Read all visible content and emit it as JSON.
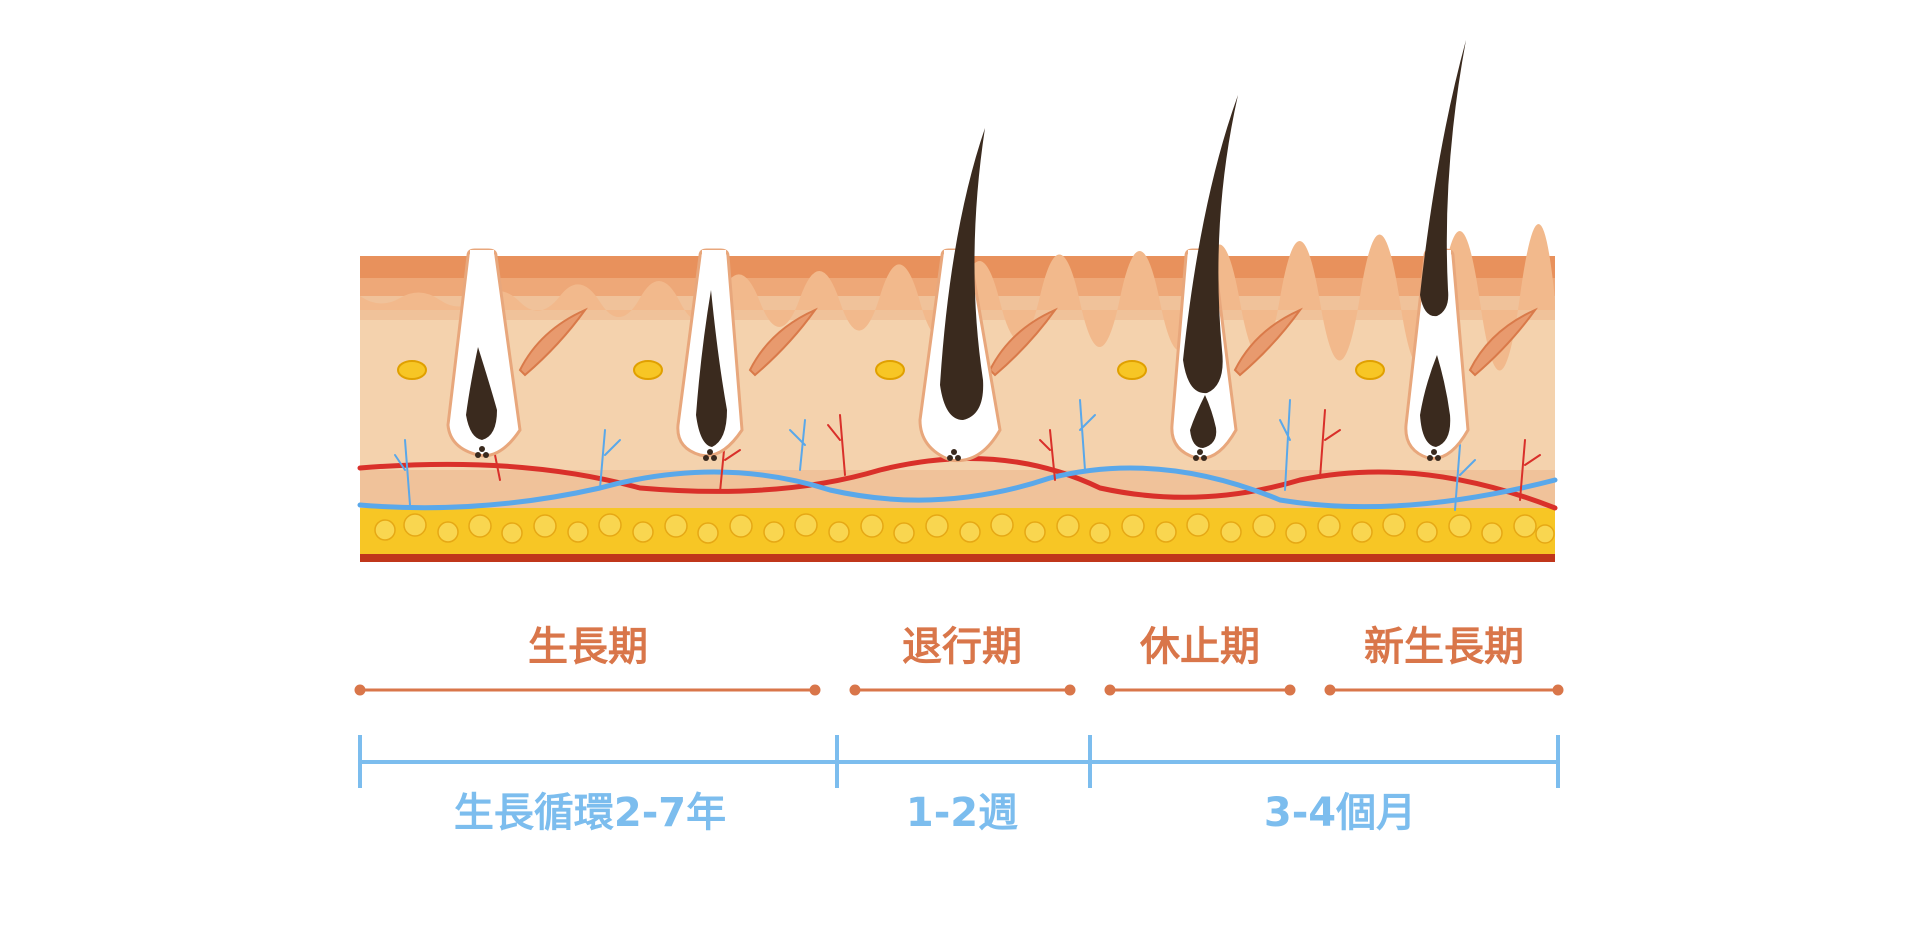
{
  "colors": {
    "phase": "#d9764a",
    "duration": "#7cbdee",
    "skin_top": "#e8915c",
    "skin_mid": "#f0c29a",
    "skin_light": "#f6d8b8",
    "fat": "#f7c625",
    "base": "#c0361b",
    "hair": "#3a2a1e",
    "artery": "#d9302a",
    "vein": "#5aa8ea"
  },
  "phases": [
    {
      "label": "生長期"
    },
    {
      "label": "退行期"
    },
    {
      "label": "休止期"
    },
    {
      "label": "新生長期"
    }
  ],
  "durations": [
    {
      "label": "生長循環2-7年"
    },
    {
      "label": "1-2週"
    },
    {
      "label": "3-4個月"
    }
  ],
  "icons": [
    "hair-follicle-icon",
    "hair-strand-icon",
    "blood-vessel-icon",
    "fat-layer-icon",
    "muscle-icon",
    "sebaceous-gland-icon"
  ]
}
